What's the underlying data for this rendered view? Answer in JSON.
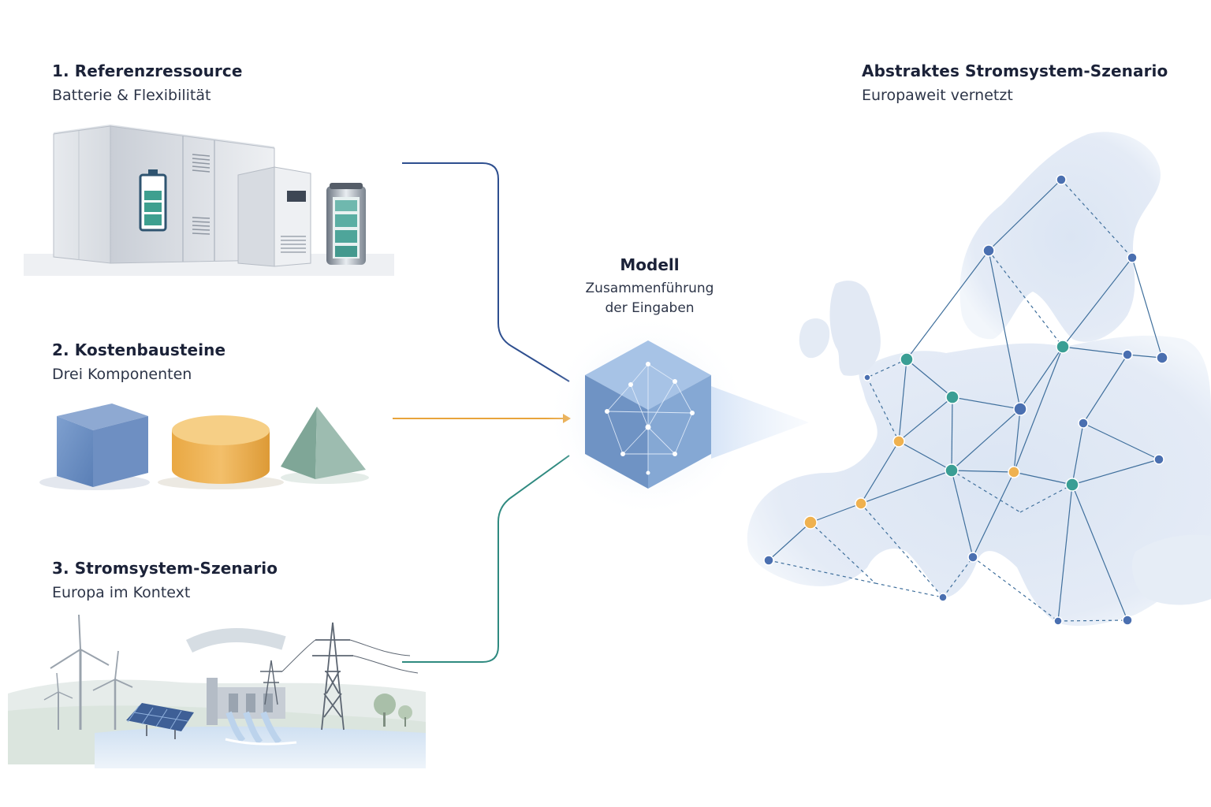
{
  "inputs": [
    {
      "title": "1. Referenzressource",
      "subtitle": "Batterie & Flexibilität"
    },
    {
      "title": "2. Kostenbausteine",
      "subtitle": "Drei Komponenten"
    },
    {
      "title": "3. Stromsystem-Szenario",
      "subtitle": "Europa im Kontext"
    }
  ],
  "model": {
    "title": "Modell",
    "subtitle_line1": "Zusammenführung",
    "subtitle_line2": "der Eingaben"
  },
  "output": {
    "title": "Abstraktes Stromsystem-Szenario",
    "subtitle": "Europaweit vernetzt"
  },
  "colors": {
    "connector_1": "#2e4f8f",
    "connector_2": "#e8a43c",
    "connector_3": "#2f8a80",
    "node_blue": "#4a6fb0",
    "node_teal": "#3a9e94",
    "node_orange": "#efb14f",
    "cube_blue": "#6f93c4",
    "cylinder_orange": "#efb458",
    "pyramid_green": "#86aea0",
    "map_land": "#dde6f3"
  },
  "icons": [
    "battery-container-illustration",
    "cost-shapes-illustration",
    "energy-landscape-illustration",
    "model-cube-icon",
    "europe-network-map"
  ]
}
